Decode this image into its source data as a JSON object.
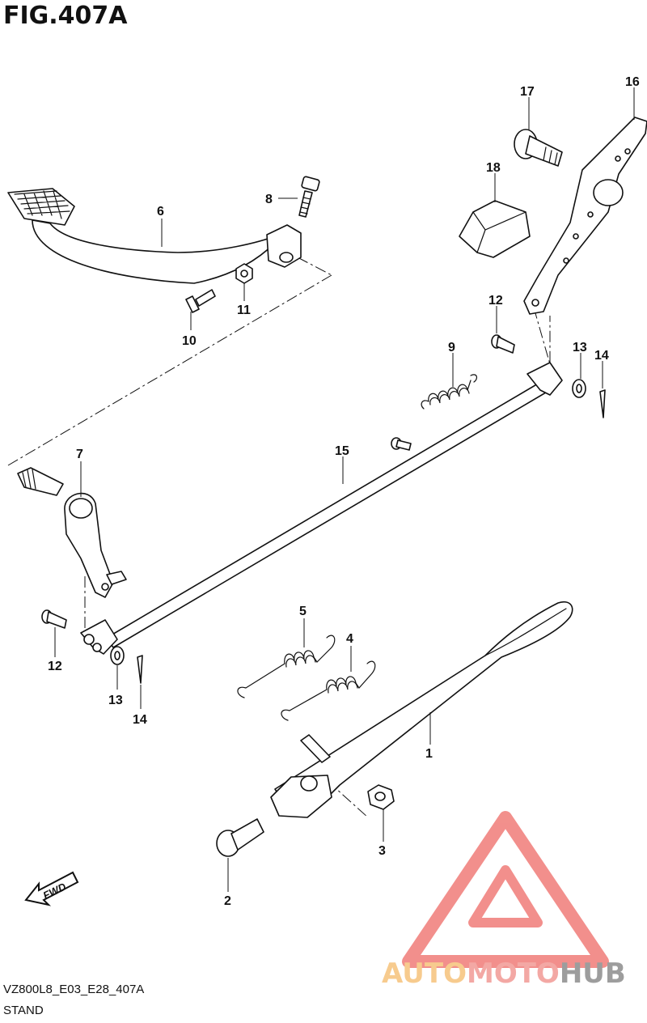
{
  "figure": {
    "title": "FIG.407A"
  },
  "footer": {
    "model_code": "VZ800L8_E03_E28_407A",
    "section_name": "STAND"
  },
  "fwd_label": "FWD",
  "watermark": {
    "part1": "AUTO",
    "part2": "MOTO",
    "part3": "HUB",
    "colors": {
      "auto": "#f6c27b",
      "moto": "#f29a95",
      "hub": "#8c8c8c",
      "triangle": "#f07c78"
    }
  },
  "callouts": {
    "c1": "1",
    "c2": "2",
    "c3": "3",
    "c4": "4",
    "c5": "5",
    "c6": "6",
    "c7": "7",
    "c8": "8",
    "c9": "9",
    "c10": "10",
    "c11": "11",
    "c12a": "12",
    "c12b": "12",
    "c13a": "13",
    "c13b": "13",
    "c14a": "14",
    "c14b": "14",
    "c15": "15",
    "c16": "16",
    "c17": "17",
    "c18": "18"
  }
}
